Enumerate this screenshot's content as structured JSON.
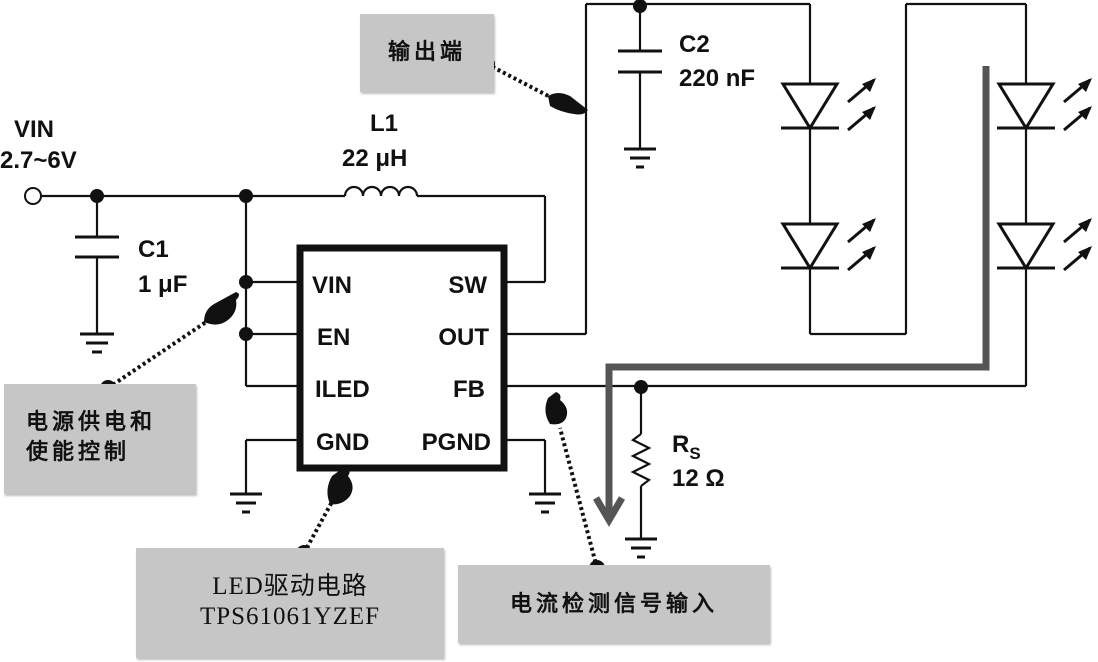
{
  "title": "TPS61061 LED driver circuit",
  "input": {
    "label": "VIN",
    "range": "2.7~6V"
  },
  "components": {
    "c1": {
      "name": "C1",
      "value": "1 μF"
    },
    "l1": {
      "name": "L1",
      "value": "22 μH"
    },
    "c2": {
      "name": "C2",
      "value": "220 nF"
    },
    "rs": {
      "name": "R",
      "subscript": "S",
      "value": "12 Ω"
    }
  },
  "chip": {
    "left_pins": [
      "VIN",
      "EN",
      "ILED",
      "GND"
    ],
    "right_pins": [
      "SW",
      "OUT",
      "FB",
      "PGND"
    ]
  },
  "leds": {
    "strings": 2,
    "per_string": 2
  },
  "callouts": {
    "output": "输出端",
    "power_enable_line1": "电源供电和",
    "power_enable_line2": "使能控制",
    "driver_line1": "LED驱动电路",
    "driver_line2": "TPS61061YZEF",
    "current_sense": "电流检测信号输入"
  },
  "colors": {
    "wire": "#111111",
    "flow_arrow": "#555555",
    "callout_bg": "#c6c6c6"
  }
}
